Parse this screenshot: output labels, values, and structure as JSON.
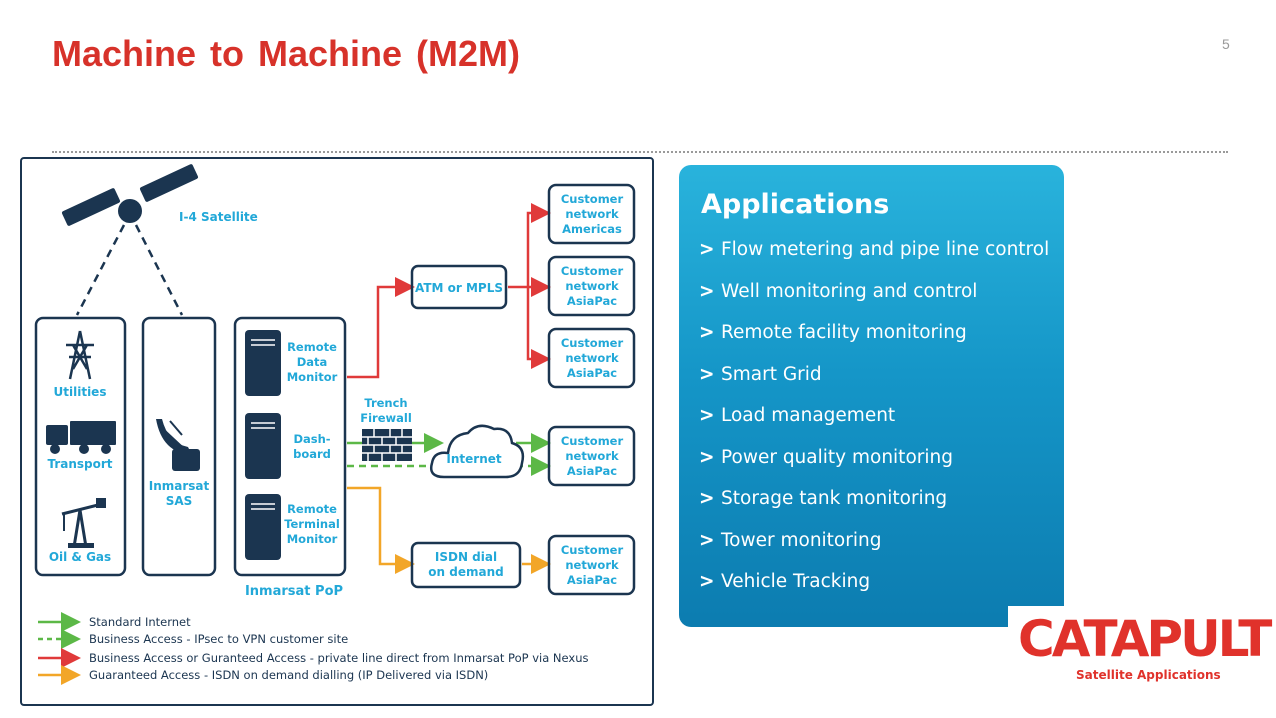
{
  "slide": {
    "title": "Machine to Machine (M2M)",
    "page_number": "5"
  },
  "diagram": {
    "satellite_label": "I-4 Satellite",
    "sectors": [
      "Utilities",
      "Transport",
      "Oil & Gas"
    ],
    "sas_label": [
      "Inmarsat",
      "SAS"
    ],
    "pop_servers": [
      [
        "Remote",
        "Data",
        "Monitor"
      ],
      [
        "Dash-",
        "board"
      ],
      [
        "Remote",
        "Terminal",
        "Monitor"
      ]
    ],
    "pop_label": "Inmarsat PoP",
    "firewall_label": [
      "Trench",
      "Firewall"
    ],
    "atm_label": "ATM or MPLS",
    "internet_label": "Internet",
    "isdn_label": [
      "ISDN dial",
      "on demand"
    ],
    "customers": [
      [
        "Customer",
        "network",
        "Americas"
      ],
      [
        "Customer",
        "network",
        "AsiaPac"
      ],
      [
        "Customer",
        "network",
        "AsiaPac"
      ],
      [
        "Customer",
        "network",
        "AsiaPac"
      ],
      [
        "Customer",
        "network",
        "AsiaPac"
      ]
    ],
    "legend": [
      {
        "text": "Standard Internet",
        "color": "#5cb847",
        "style": "solid"
      },
      {
        "text": "Business Access - IPsec to VPN customer site",
        "color": "#5cb847",
        "style": "dashed"
      },
      {
        "text": "Business Access or Guranteed Access - private line direct from Inmarsat PoP via Nexus",
        "color": "#e03a3a",
        "style": "solid"
      },
      {
        "text": "Guaranteed Access - ISDN on demand dialling (IP Delivered via ISDN)",
        "color": "#f2a628",
        "style": "solid"
      }
    ],
    "colors": {
      "navy": "#1b3550",
      "cyan": "#22a8d8",
      "red": "#e03a3a",
      "green": "#5cb847",
      "orange": "#f2a628"
    }
  },
  "applications": {
    "title": "Applications",
    "items": [
      "Flow metering and pipe line control",
      "Well monitoring and control",
      "Remote facility monitoring",
      "Smart Grid",
      "Load management",
      "Power quality monitoring",
      "Storage tank monitoring",
      "Tower monitoring",
      "Vehicle Tracking"
    ]
  },
  "logo": {
    "word": "CATAPULT",
    "subtitle": "Satellite Applications",
    "color": "#e0322b"
  }
}
